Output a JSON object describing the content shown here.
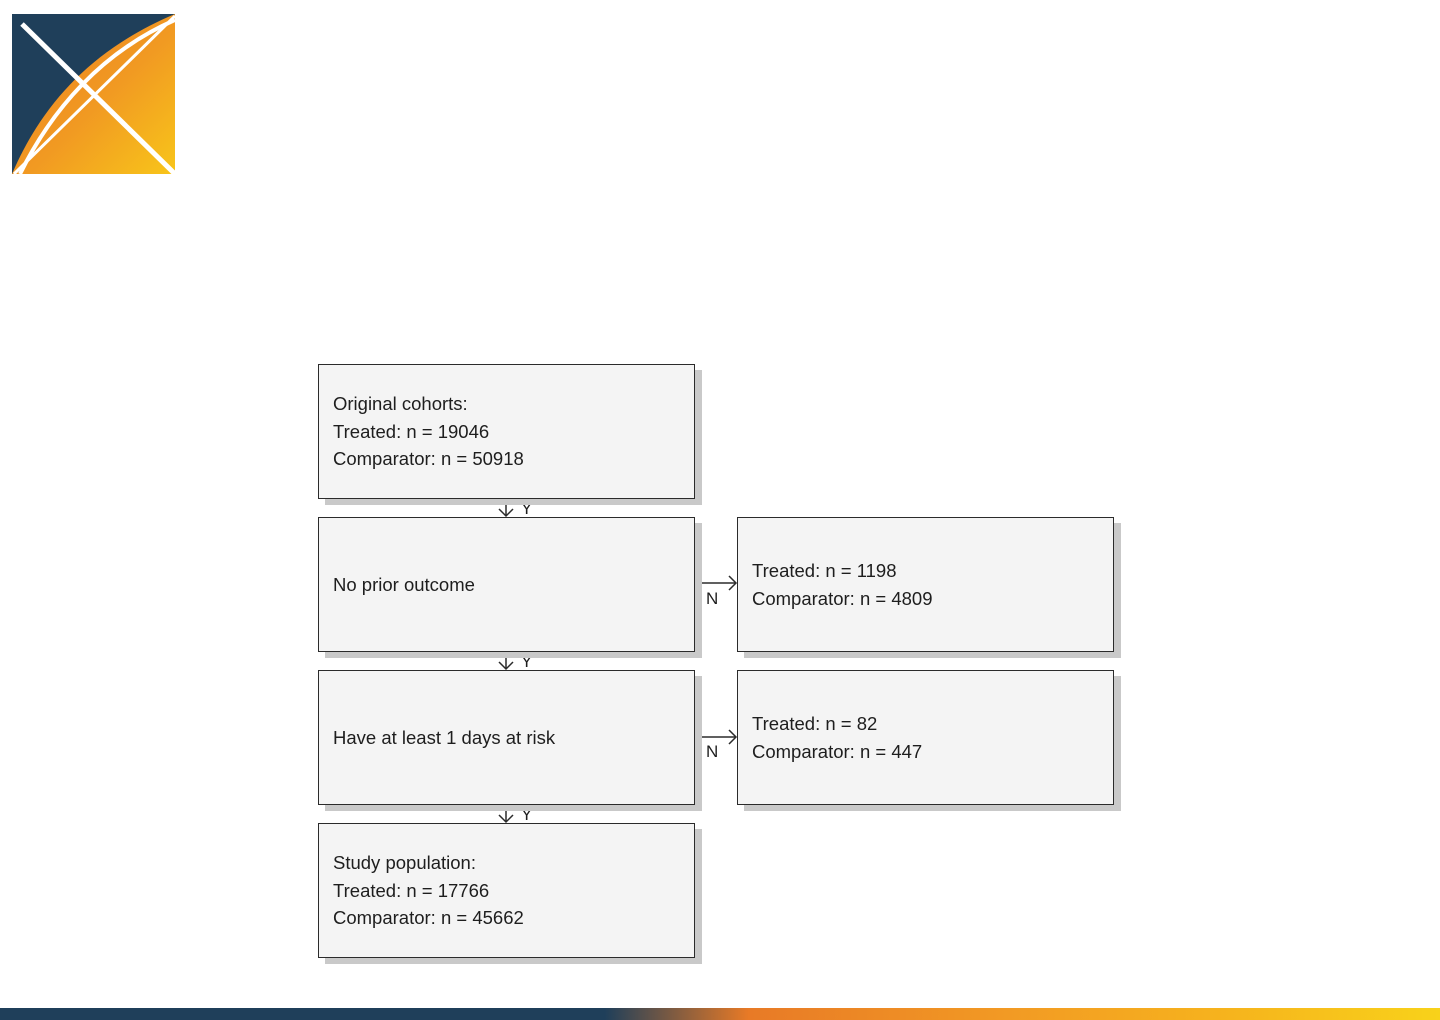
{
  "logo": {
    "icon": "ohdsi-x-logo-icon",
    "colors": {
      "navy": "#1f3f5a",
      "orange": "#ef8a22",
      "yellow": "#f8c21a"
    }
  },
  "flowchart": {
    "original_cohorts": {
      "title": "Original cohorts:",
      "treated": "Treated: n = 19046",
      "comparator": "Comparator: n = 50918"
    },
    "step1": {
      "label": "No prior outcome"
    },
    "step1_excluded": {
      "treated": "Treated: n = 1198",
      "comparator": "Comparator: n = 4809"
    },
    "step2": {
      "label": "Have at least 1 days at risk"
    },
    "step2_excluded": {
      "treated": "Treated: n = 82",
      "comparator": "Comparator: n = 447"
    },
    "study_population": {
      "title": "Study population:",
      "treated": "Treated: n = 17766",
      "comparator": "Comparator: n = 45662"
    },
    "edge_labels": {
      "yes": "Y",
      "no": "N"
    }
  },
  "footer_bar": {
    "colors": [
      "#1f3f5a",
      "#e87a26",
      "#f29a24",
      "#f6b31d",
      "#f8d21a"
    ]
  }
}
